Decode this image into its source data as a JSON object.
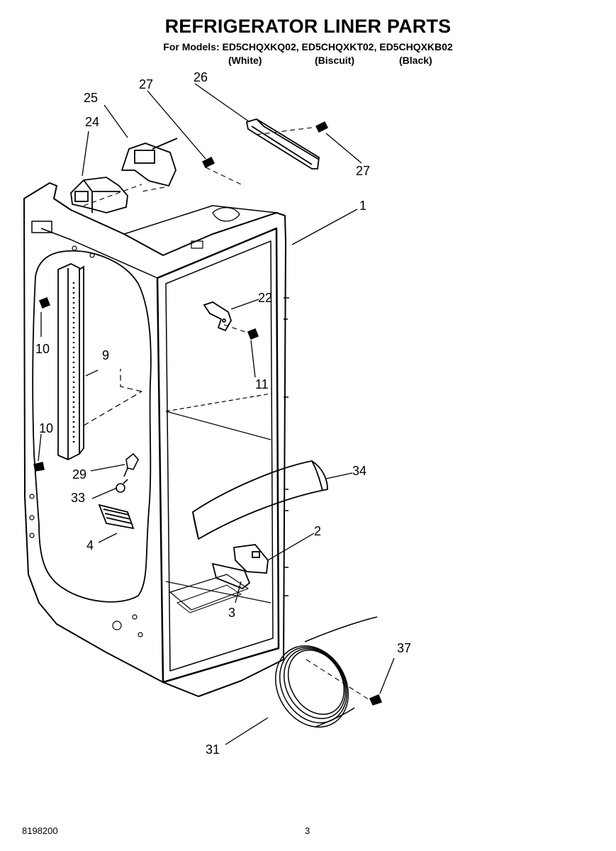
{
  "header": {
    "title": "REFRIGERATOR LINER PARTS",
    "models": "For Models: ED5CHQXKQ02, ED5CHQXKT02, ED5CHQXKB02",
    "variants": [
      "(White)",
      "(Biscuit)",
      "(Black)"
    ]
  },
  "callouts": {
    "c1": "1",
    "c2": "2",
    "c3": "3",
    "c4": "4",
    "c9": "9",
    "c10a": "10",
    "c10b": "10",
    "c11": "11",
    "c22": "22",
    "c24": "24",
    "c25": "25",
    "c26": "26",
    "c27a": "27",
    "c27b": "27",
    "c29": "29",
    "c31": "31",
    "c33": "33",
    "c34": "34",
    "c37": "37"
  },
  "footer": {
    "doc_number": "8198200",
    "page_number": "3"
  }
}
